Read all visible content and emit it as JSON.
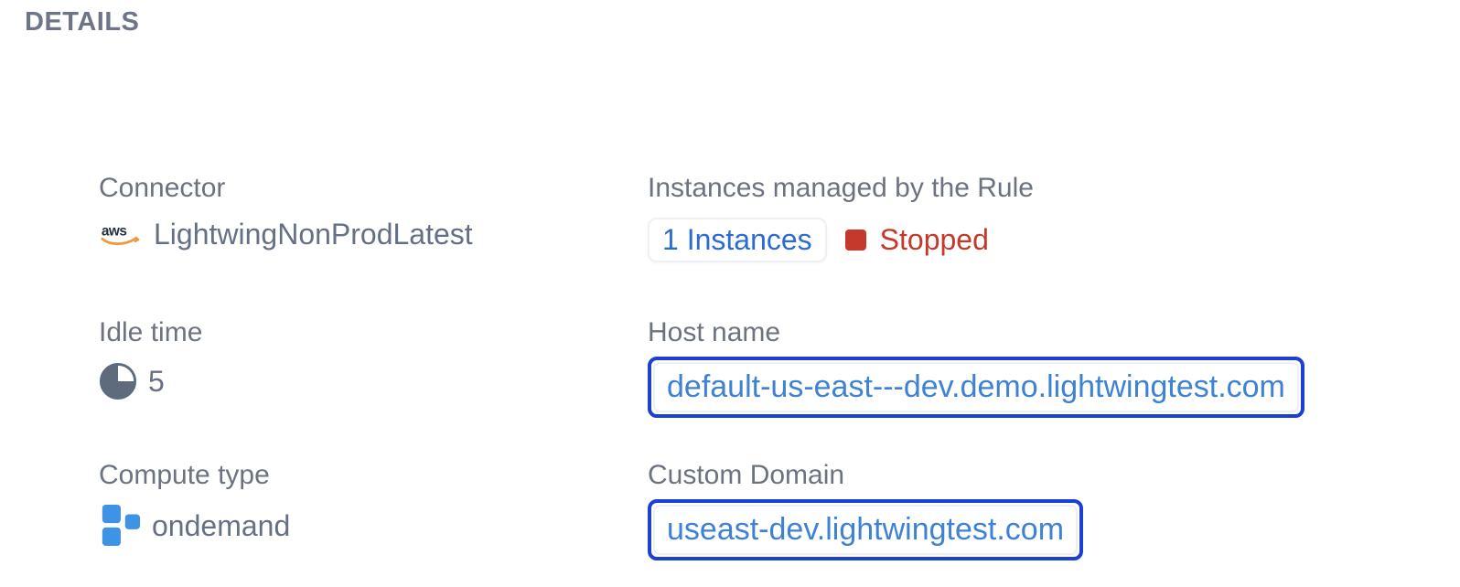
{
  "header": {
    "title": "DETAILS"
  },
  "colors": {
    "label_gray": "#6b7280",
    "value_gray": "#667085",
    "instances_link_blue": "#2c6bd4",
    "boxed_link_blue": "#3e82d4",
    "focus_border_blue": "#1c40d4",
    "status_red": "#c5392c",
    "aws_navy": "#252f3e",
    "aws_orange": "#f0983a",
    "idle_icon_slate": "#5d6b7c",
    "compute_icon_blue": "#3e93e4"
  },
  "details": {
    "connector": {
      "label": "Connector",
      "value": "LightwingNonProdLatest",
      "icon": "aws-icon"
    },
    "idle_time": {
      "label": "Idle time",
      "value": "5",
      "icon": "idle-pie-icon"
    },
    "compute_type": {
      "label": "Compute type",
      "value": "ondemand",
      "icon": "compute-squares-icon"
    },
    "instances": {
      "label": "Instances managed by the Rule",
      "count_link": "1 Instances",
      "status": "Stopped"
    },
    "host_name": {
      "label": "Host name",
      "link": "default-us-east---dev.demo.lightwingtest.com"
    },
    "custom_domain": {
      "label": "Custom Domain",
      "link": "useast-dev.lightwingtest.com"
    }
  }
}
